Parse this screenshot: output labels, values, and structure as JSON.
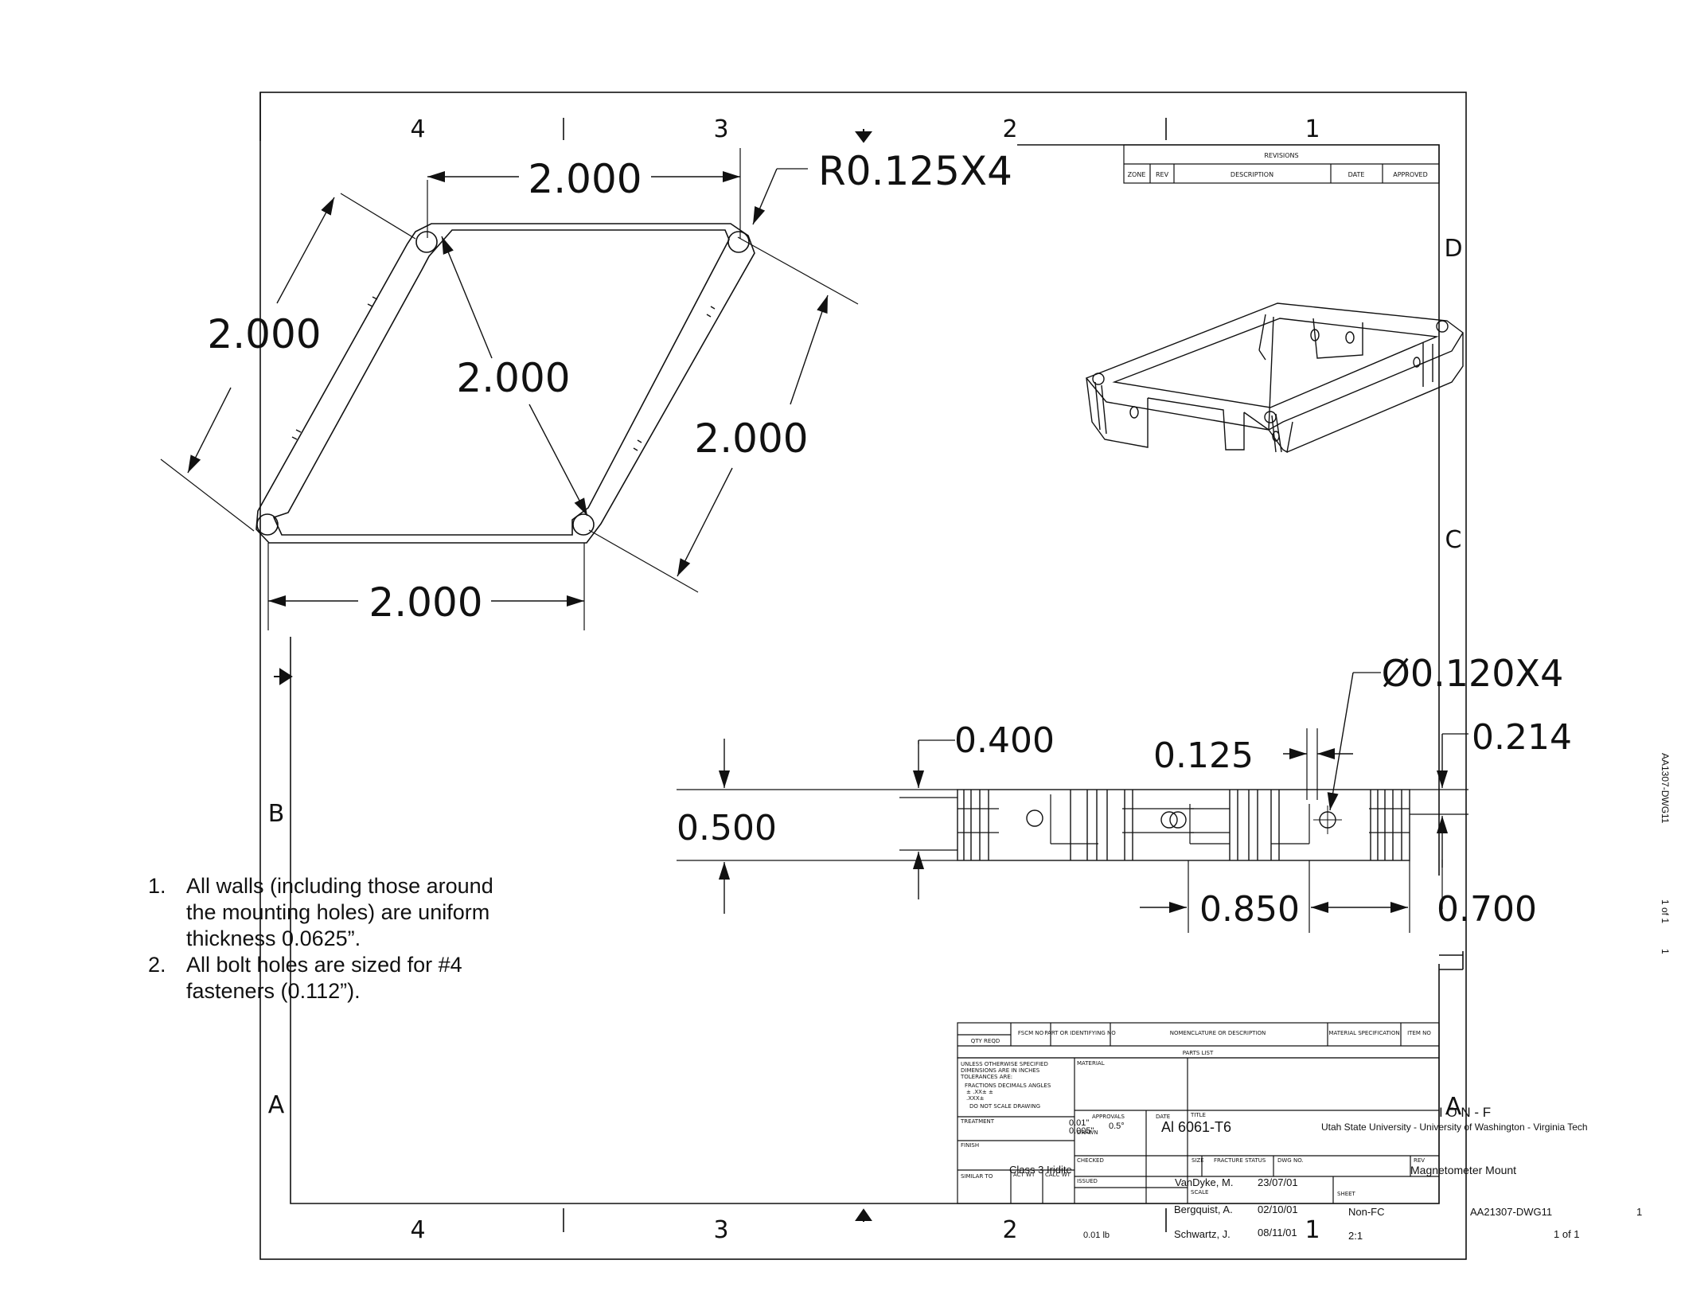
{
  "border": {
    "zones_top": [
      "4",
      "3",
      "2",
      "1"
    ],
    "zones_bottom": [
      "4",
      "3",
      "2",
      "1"
    ],
    "zones_right": [
      "D",
      "C"
    ],
    "zones_left": [
      "B",
      "A"
    ],
    "zone_right_a": "A"
  },
  "revisions": {
    "title": "REVISIONS",
    "headers": [
      "ZONE",
      "REV",
      "DESCRIPTION",
      "DATE",
      "APPROVED"
    ]
  },
  "dimensions": {
    "top_view": {
      "top_width": "2.000",
      "radius_note": "R0.125X4",
      "left_side": "2.000",
      "diagonal": "2.000",
      "right_side": "2.000",
      "bottom_width": "2.000"
    },
    "side_view": {
      "hole_note": "Ø0.120X4",
      "d_0400": "0.400",
      "d_0125": "0.125",
      "d_0214": "0.214",
      "d_0500": "0.500",
      "d_0850": "0.850",
      "d_0700": "0.700"
    }
  },
  "notes": [
    {
      "num": "1.",
      "text": "All walls (including those around the mounting holes)  are uniform thickness 0.0625”."
    },
    {
      "num": "2.",
      "text": "All bolt holes are sized for #4 fasteners (0.112”)."
    }
  ],
  "parts_list": {
    "headers": [
      "QTY REQD",
      "FSCM NO",
      "PART OR IDENTIFYING NO",
      "NOMENCLATURE OR DESCRIPTION",
      "MATERIAL SPECIFICATION",
      "ITEM NO"
    ],
    "title": "PARTS LIST"
  },
  "title_block": {
    "tolerance": [
      "UNLESS OTHERWISE SPECIFIED",
      "DIMENSIONS ARE IN INCHES",
      "TOLERANCES ARE:",
      "FRACTIONS  DECIMALS  ANGLES",
      "±          .XX±          ±",
      "              .XXX±",
      "DO NOT SCALE DRAWING"
    ],
    "tol_values": [
      "0.01\"",
      "0.005\"",
      "0.5°"
    ],
    "labels": {
      "material": "MATERIAL",
      "treatment": "TREATMENT",
      "finish": "FINISH",
      "similar_to": "SIMILAR TO",
      "act_wt": "ACT WT",
      "calc_wt": "CALC WT",
      "approvals": "APPROVALS",
      "date": "DATE",
      "drawn": "DRAWN",
      "checked": "CHECKED",
      "issued": "ISSUED",
      "title": "TITLE",
      "size": "SIZE",
      "fracture_status": "FRACTURE STATUS",
      "dwg_no": "DWG NO.",
      "rev": "REV",
      "scale": "SCALE",
      "sheet": "SHEET"
    },
    "material_value": "Al 6061-T6",
    "treatment_value": "Class 3 Iridite",
    "weight": "0.01 lb",
    "org_code": "I O N - F",
    "org": "Utah State University - University of Washington - Virginia Tech",
    "drawing_title": "Magnetometer Mount",
    "drawn_by": "VanDyke, M.",
    "drawn_date": "23/07/01",
    "checked_by": "Bergquist, A.",
    "checked_date": "02/10/01",
    "issued_by": "Schwartz, J.",
    "issued_date": "08/11/01",
    "fracture_status": "Non-FC",
    "scale": "2:1",
    "dwg_no": "AA21307-DWG11",
    "rev": "1",
    "sheet": "1 of 1"
  },
  "margin": {
    "dwg_no": "AA1307-DWG11",
    "sheet": "1 of 1",
    "rev": "1"
  }
}
